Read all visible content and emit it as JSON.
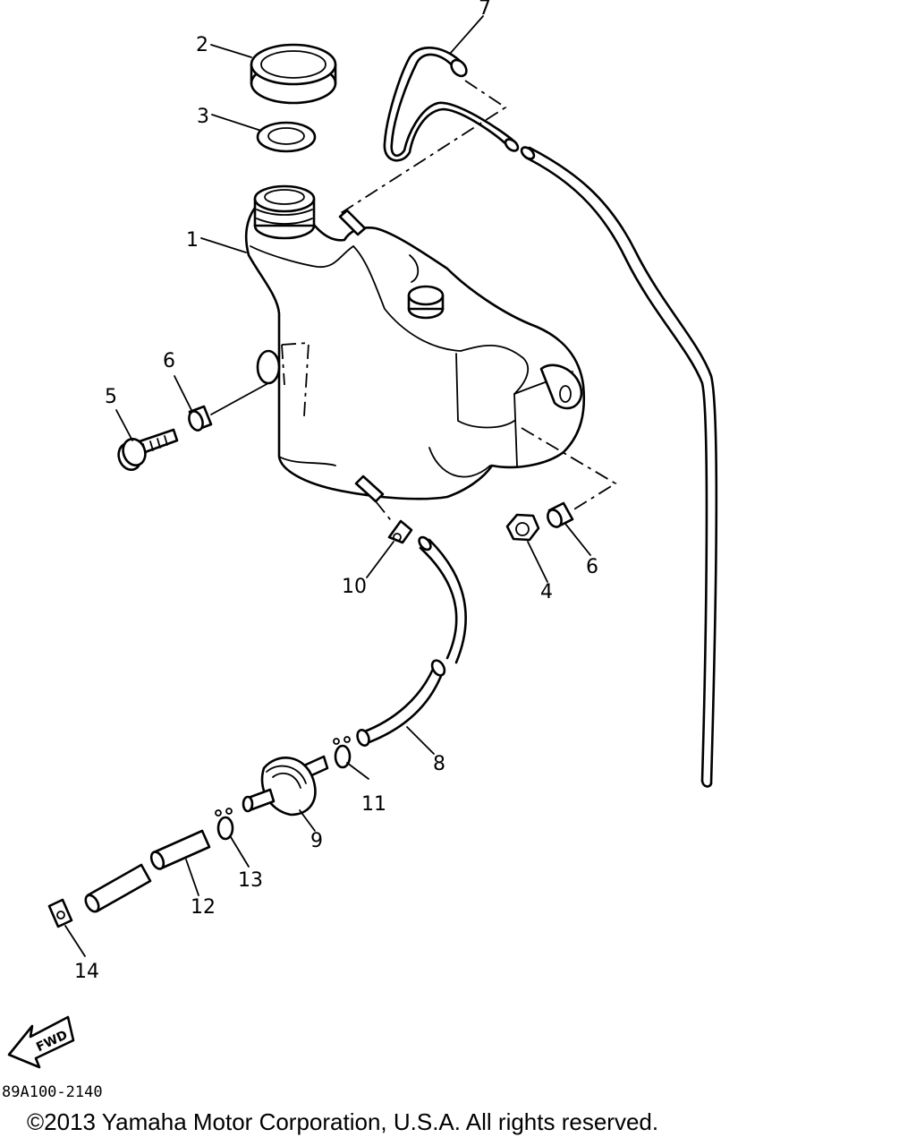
{
  "diagram": {
    "callouts": [
      {
        "id": "1",
        "label": "1"
      },
      {
        "id": "2",
        "label": "2"
      },
      {
        "id": "3",
        "label": "3"
      },
      {
        "id": "4",
        "label": "4"
      },
      {
        "id": "5",
        "label": "5"
      },
      {
        "id": "6a",
        "label": "6"
      },
      {
        "id": "6b",
        "label": "6"
      },
      {
        "id": "7",
        "label": "7"
      },
      {
        "id": "8",
        "label": "8"
      },
      {
        "id": "9",
        "label": "9"
      },
      {
        "id": "10",
        "label": "10"
      },
      {
        "id": "11",
        "label": "11"
      },
      {
        "id": "12",
        "label": "12"
      },
      {
        "id": "13",
        "label": "13"
      },
      {
        "id": "14",
        "label": "14"
      }
    ],
    "fwd_arrow_label": "FWD"
  },
  "footer": {
    "drawing_code": "89A100-2140",
    "copyright": "©2013 Yamaha Motor Corporation, U.S.A. All rights reserved."
  }
}
